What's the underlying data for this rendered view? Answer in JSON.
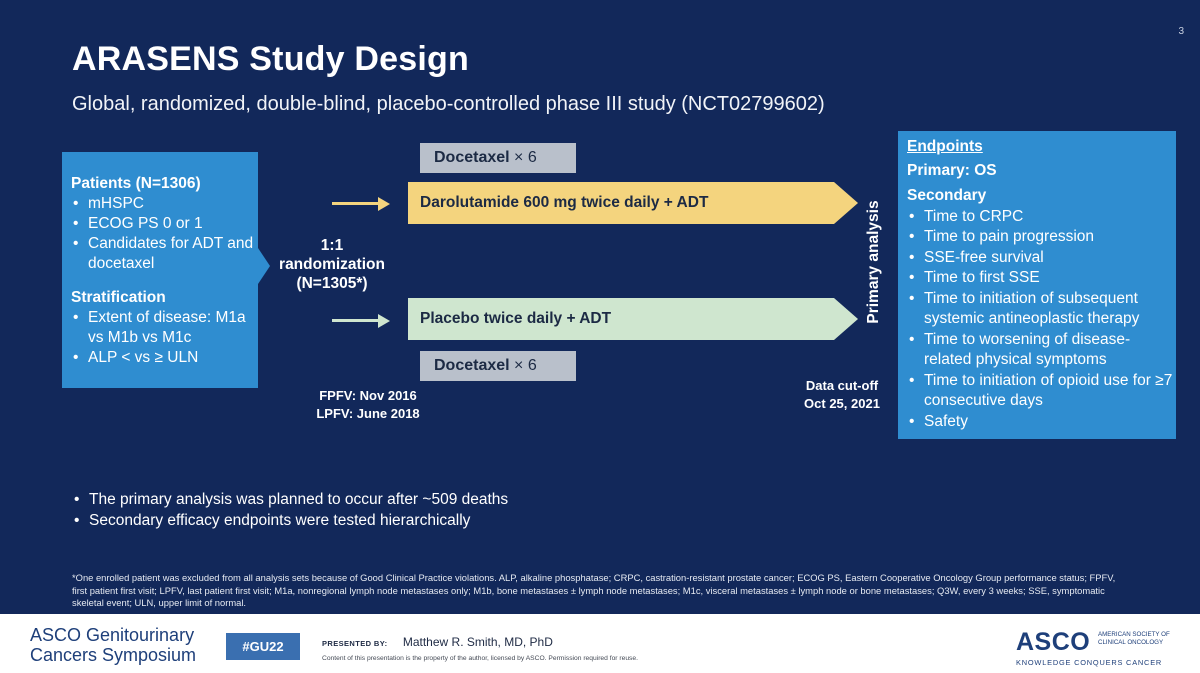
{
  "slide_number": "3",
  "title": "ARASENS Study Design",
  "subtitle": "Global, randomized, double-blind, placebo-controlled phase III study (NCT02799602)",
  "patients": {
    "heading": "Patients (N=1306)",
    "items": [
      "mHSPC",
      "ECOG PS 0 or 1",
      "Candidates for ADT and docetaxel"
    ],
    "stratification_heading": "Stratification",
    "stratification_items": [
      "Extent of disease: M1a vs M1b vs M1c",
      "ALP < vs ≥ ULN"
    ]
  },
  "randomization": {
    "line1": "1:1",
    "line2": "randomization",
    "line3": "(N=1305*)"
  },
  "arms": {
    "top_label": "Darolutamide 600 mg twice daily + ADT",
    "bottom_label": "Placebo twice daily + ADT",
    "top_color": "#f4d47e",
    "bottom_color": "#cfe6cf"
  },
  "docetaxel": {
    "label": "Docetaxel",
    "suffix": "× 6"
  },
  "dates": {
    "fpfv": "FPFV: Nov 2016",
    "lpfv": "LPFV: June 2018"
  },
  "primary_analysis": "Primary analysis",
  "cutoff": {
    "line1": "Data cut-off",
    "line2": "Oct 25, 2021"
  },
  "endpoints": {
    "title": "Endpoints",
    "primary": "Primary: OS",
    "secondary_heading": "Secondary",
    "secondary_items": [
      "Time to CRPC",
      "Time to pain progression",
      "SSE-free survival",
      "Time to first SSE",
      "Time to initiation of subsequent systemic antineoplastic therapy",
      "Time to worsening of disease-related physical symptoms",
      "Time to initiation of opioid use for ≥7 consecutive days",
      "Safety"
    ]
  },
  "notes": [
    "The primary analysis was planned to occur after ~509 deaths",
    "Secondary efficacy endpoints were tested hierarchically"
  ],
  "footnote": "*One enrolled patient was excluded from all analysis sets because of Good Clinical Practice violations. ALP, alkaline phosphatase; CRPC, castration-resistant prostate cancer; ECOG PS, Eastern Cooperative Oncology Group performance status; FPFV, first patient first visit; LPFV, last patient first visit; M1a, nonregional lymph node metastases only; M1b, bone metastases ± lymph node metastases; M1c, visceral metastases ± lymph node or bone metastases; Q3W, every 3 weeks; SSE, symptomatic skeletal event; ULN, upper limit of normal.",
  "footer": {
    "brand_line1": "ASCO Genitourinary",
    "brand_line2": "Cancers Symposium",
    "hashtag": "#GU22",
    "presented_by_label": "PRESENTED BY:",
    "presenter": "Matthew R. Smith, MD, PhD",
    "disclaimer": "Content of this presentation is the property of the author, licensed by ASCO. Permission required for reuse.",
    "logo": "ASCO",
    "logo_full": "AMERICAN SOCIETY OF CLINICAL ONCOLOGY",
    "tagline": "KNOWLEDGE CONQUERS CANCER"
  }
}
